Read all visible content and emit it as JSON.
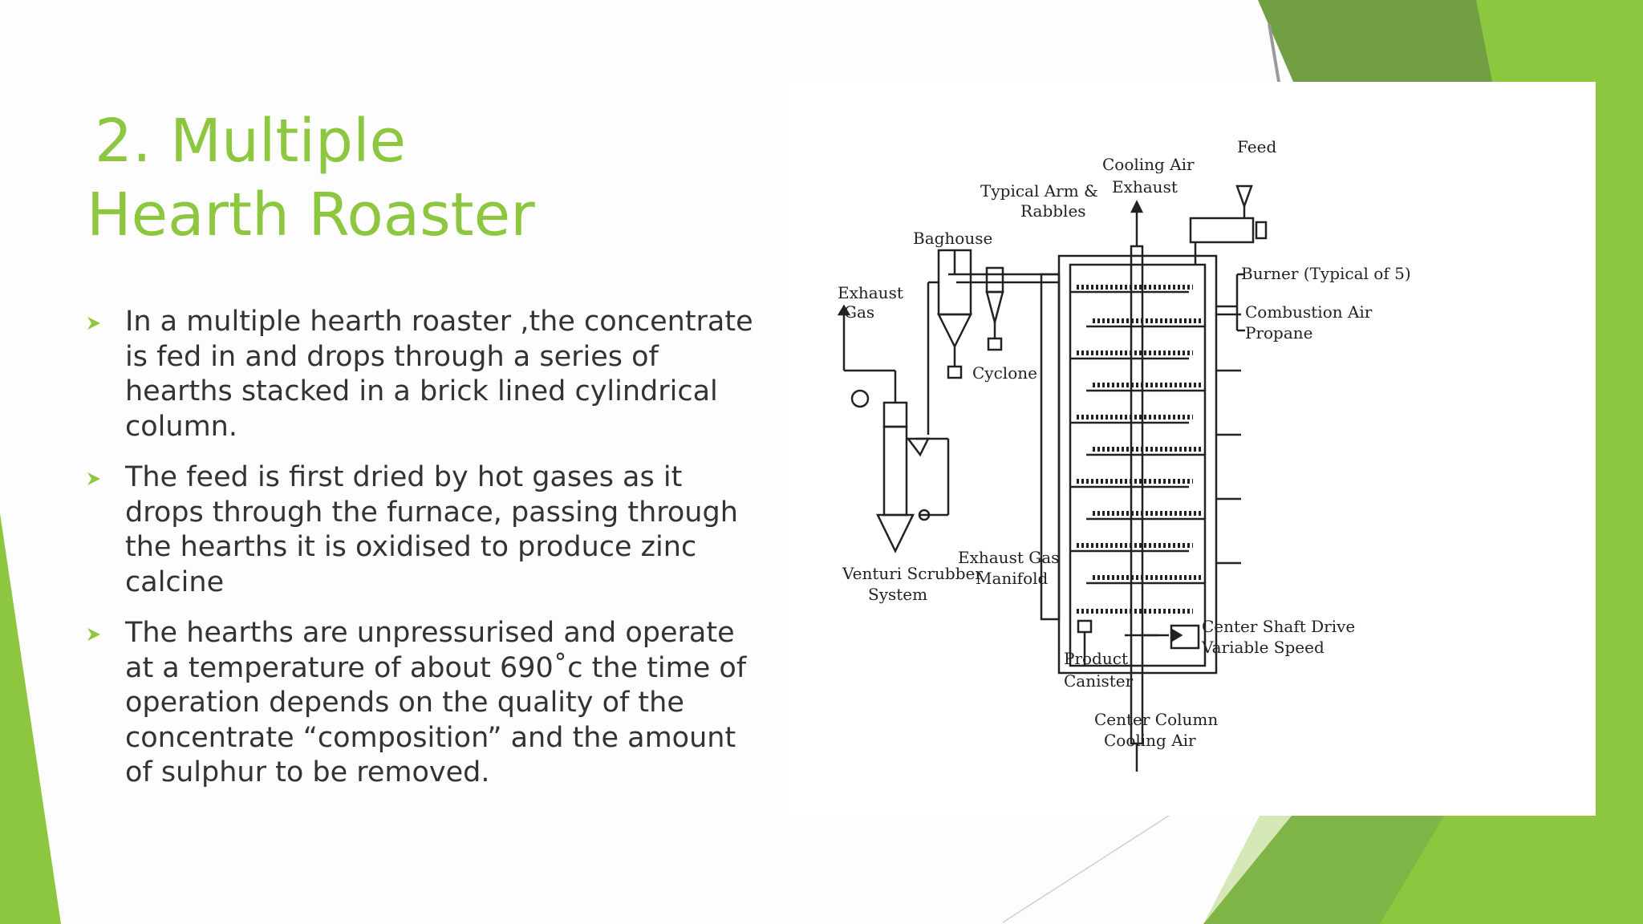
{
  "slide": {
    "title_line1": "2. Multiple",
    "title_line2": "Hearth Roaster",
    "bullets": [
      "In a multiple hearth roaster ,the concentrate is fed in and drops through a series of hearths stacked in a brick lined cylindrical column.",
      "The feed is first dried by hot gases as it drops through the furnace, passing through the hearths it is oxidised to produce zinc calcine",
      "The hearths are unpressurised and operate at a temperature of about 690˚c the time of operation depends on the quality of the concentrate “composition” and the amount of sulphur to be removed."
    ],
    "bullet_icon": "arrowhead-bullet-icon",
    "accent_color": "#8dc63f",
    "accent_dark": "#6a9a3a"
  },
  "diagram": {
    "labels": {
      "feed": "Feed",
      "cooling_air_exhaust_1": "Cooling Air",
      "cooling_air_exhaust_2": "Exhaust",
      "typical_arm_1": "Typical Arm &",
      "typical_arm_2": "Rabbles",
      "baghouse": "Baghouse",
      "burner": "Burner (Typical of 5)",
      "combustion_air": "Combustion Air",
      "propane": "Propane",
      "exhaust_gas_1": "Exhaust",
      "exhaust_gas_2": "Gas",
      "cyclone": "Cyclone",
      "exhaust_manifold_1": "Exhaust Gas",
      "exhaust_manifold_2": "Manifold",
      "venturi_1": "Venturi Scrubber",
      "venturi_2": "System",
      "center_drive_1": "Center Shaft Drive",
      "center_drive_2": "Variable Speed",
      "product_1": "Product",
      "product_2": "Canister",
      "center_column_1": "Center Column",
      "center_column_2": "Cooling Air"
    }
  }
}
